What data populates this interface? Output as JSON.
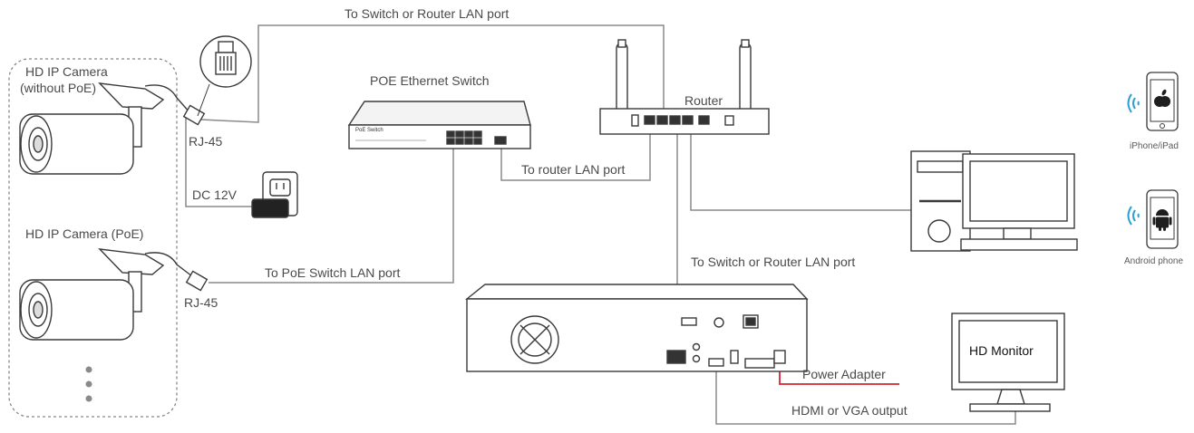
{
  "labels": {
    "cam_top_1": "HD IP Camera",
    "cam_top_2": "(without PoE)",
    "cam_poe": "HD IP Camera (PoE)",
    "rj45_top": "RJ-45",
    "rj45_bottom": "RJ-45",
    "dc12v": "DC 12V",
    "to_switch_router_top": "To Switch or Router LAN port",
    "poe_switch_title": "POE Ethernet Switch",
    "poe_switch_brand": "PoE Switch",
    "router_title": "Router",
    "to_router_lan": "To router LAN port",
    "to_poe_switch_lan": "To PoE Switch LAN port",
    "to_switch_router_nvr": "To Switch or Router LAN port",
    "power_adapter": "Power Adapter",
    "hdmi_vga": "HDMI or VGA output",
    "hd_monitor": "HD Monitor",
    "iphone_ipad": "iPhone/iPad",
    "android_phone": "Android phone"
  },
  "colors": {
    "line": "#8a8a8a",
    "device_stroke": "#3a3a3a",
    "wifi": "#2a9fd6",
    "power_wire": "#d9232d"
  },
  "icons": {
    "apple": "apple-logo-icon",
    "android": "android-robot-icon",
    "wifi": "wifi-waves-icon"
  }
}
